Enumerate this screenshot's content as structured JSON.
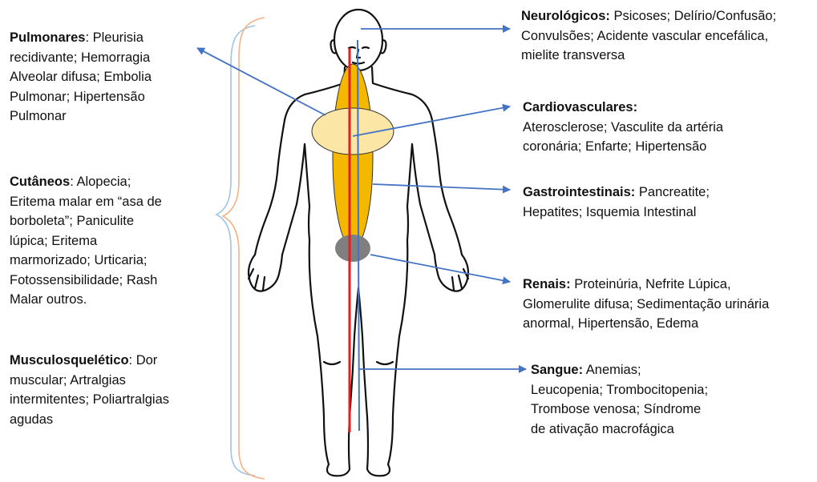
{
  "colors": {
    "arrow": "#4472c4",
    "red_line": "#e02020",
    "torso_fill": "#f5b800",
    "chest_fill": "#fbe6a6",
    "abdomen_fill": "#7f7f7f",
    "bracket_blue": "#9dc3e6",
    "bracket_orange": "#f4b183",
    "body_outline": "#111111"
  },
  "left": {
    "pulmonares": {
      "title": "Pulmonares",
      "text": ": Pleurisia\nrecidivante; Hemorragia\nAlveolar difusa; Embolia\nPulmonar; Hipertensão\nPulmonar"
    },
    "cutaneos": {
      "title": "Cutâneos",
      "text": ": Alopecia;\nEritema malar em “asa de\nborboleta”;  Paniculite\nlúpica; Eritema\nmarmorizado; Urticaria;\nFotossensibilidade; Rash\nMalar outros."
    },
    "musculo": {
      "title": "Musculosquelético",
      "text": ": Dor\nmuscular; Artralgias\nintermitentes; Poliartralgias\nagudas"
    }
  },
  "right": {
    "neuro": {
      "title": "Neurológicos:",
      "text": " Psicoses; Delírio/Confusão;\nConvulsões; Acidente vascular encefálica,\nmielite transversa"
    },
    "cardio": {
      "title": "Cardiovasculares:",
      "text": "\nAterosclerose;  Vasculite da artéria\ncoronária; Enfarte; Hipertensão"
    },
    "gastro": {
      "title": "Gastrointestinais:",
      "text": " Pancreatite;\nHepatites; Isquemia Intestinal"
    },
    "renais": {
      "title": "Renais:",
      "text": " Proteinúria, Nefrite Lúpica,\nGlomerulite difusa; Sedimentação urinária\nanormal, Hipertensão, Edema"
    },
    "sangue": {
      "title": "Sangue:",
      "text": " Anemias;\nLeucopenia;  Trombocitopenia;\nTrombose venosa; Síndrome\nde ativação macrofágica"
    }
  }
}
